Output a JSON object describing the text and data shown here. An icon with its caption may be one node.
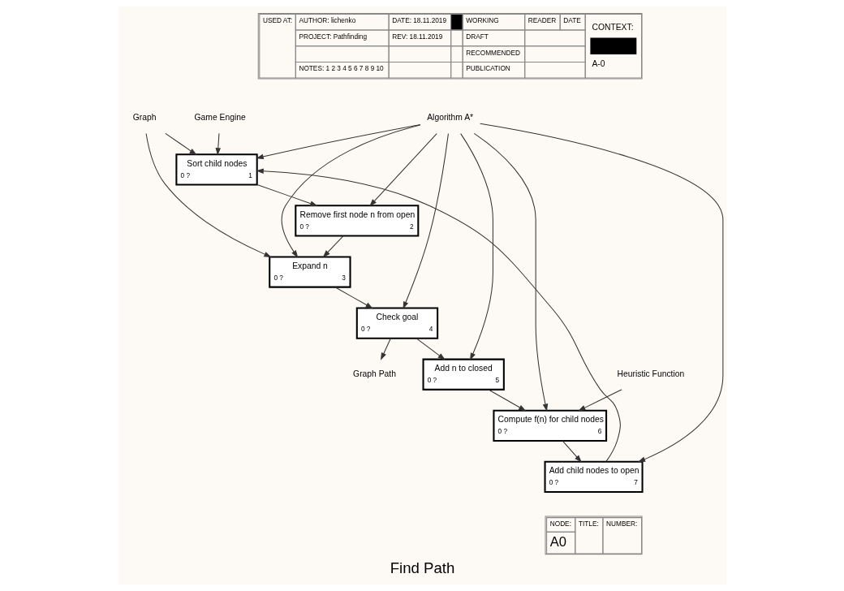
{
  "diagram": {
    "title": "Find Path",
    "nodes": [
      {
        "text": [
          "Sort child nodes",
          "0 ?",
          "1"
        ]
      },
      {
        "text": [
          "Remove first node n from open",
          "0 ?",
          "2"
        ]
      },
      {
        "text": [
          "Expand n",
          "0 ?",
          "3"
        ]
      },
      {
        "text": [
          "Check goal",
          "0 ?",
          "4"
        ]
      },
      {
        "text": [
          "Add n to closed",
          "0 ?",
          "5"
        ]
      },
      {
        "text": [
          "Compute f(n) for child nodes",
          "0 ?",
          "6"
        ]
      },
      {
        "text": [
          "Add child nodes to open",
          "0 ?",
          "7"
        ]
      },
      {
        "text": [
          "Graph"
        ]
      },
      {
        "text": [
          "Graph Path"
        ]
      },
      {
        "text": [
          "Algorithm A*"
        ]
      },
      {
        "text": [
          "Heuristic Function"
        ]
      },
      {
        "text": [
          "Game Engine"
        ]
      }
    ],
    "edges": [
      {
        "from": 7,
        "to": 0,
        "arrow": "to"
      },
      {
        "from": 7,
        "to": 2,
        "arrow": "to"
      },
      {
        "from": 11,
        "to": 0,
        "arrow": "to"
      },
      {
        "from": 9,
        "to": 0,
        "arrow": "to"
      },
      {
        "from": 9,
        "to": 1,
        "arrow": "to"
      },
      {
        "from": 9,
        "to": 2,
        "arrow": "to"
      },
      {
        "from": 9,
        "to": 3,
        "arrow": "to"
      },
      {
        "from": 9,
        "to": 4,
        "arrow": "to"
      },
      {
        "from": 9,
        "to": 5,
        "arrow": "to"
      },
      {
        "from": 9,
        "to": 6,
        "arrow": "to"
      },
      {
        "from": 10,
        "to": 5,
        "arrow": "to"
      },
      {
        "from": 0,
        "to": 1,
        "arrow": "to"
      },
      {
        "from": 1,
        "to": 2,
        "arrow": "to"
      },
      {
        "from": 2,
        "to": 3,
        "arrow": "to"
      },
      {
        "from": 3,
        "to": 4,
        "arrow": "to"
      },
      {
        "from": 4,
        "to": 5,
        "arrow": "to"
      },
      {
        "from": 5,
        "to": 6,
        "arrow": "to"
      },
      {
        "from": 6,
        "to": 0,
        "arrow": "to"
      },
      {
        "from": 3,
        "to": 8,
        "arrow": "to"
      }
    ],
    "labels": [
      "USED AT:",
      "AUTHOR: lichenko",
      "DATE: 18.11.2019",
      "WORKING",
      "READER",
      "DATE",
      "CONTEXT:",
      "PROJECT: Pathfinding",
      "REV: 18.11.2019",
      "DRAFT",
      "RECOMMENDED",
      "NOTES: 1 2 3 4 5 6 7 8 9 10",
      "PUBLICATION",
      "A-0",
      "NODE:",
      "A0",
      "TITLE:",
      "NUMBER:"
    ]
  }
}
